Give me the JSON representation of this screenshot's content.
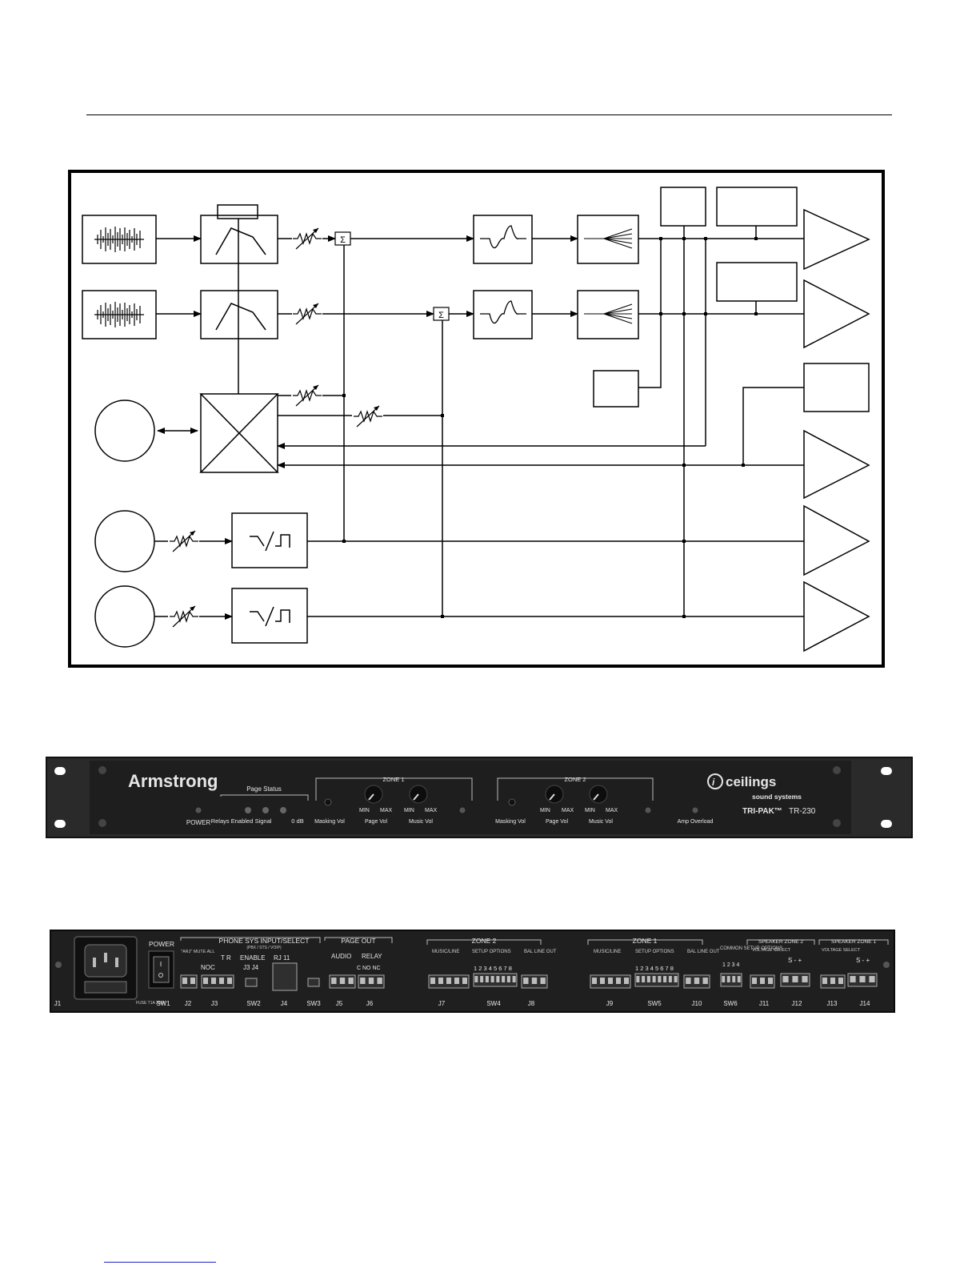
{
  "diagram": {
    "sum_symbol": "Σ"
  },
  "front_panel": {
    "brand": "Armstrong",
    "brand_right": "ceilings",
    "brand_right_sub": "sound systems",
    "product": "TRI-PAK™",
    "model": "TR-230",
    "power_label": "POWER",
    "page_status_title": "Page Status",
    "relays_enabled": "Relays Enabled",
    "signal": "Signal",
    "zero_db": "0 dB",
    "zone1_title": "ZONE 1",
    "zone2_title": "ZONE 2",
    "masking_vol": "Masking Vol",
    "page_vol": "Page Vol",
    "music_vol": "Music Vol",
    "min": "MIN",
    "max": "MAX",
    "amp_overload": "Amp Overload"
  },
  "rear_panel": {
    "power": "POWER",
    "all_mute": "\"ARJ\" MUTE ALL",
    "phone_sys": "PHONE SYS INPUT/SELECT",
    "phone_sub": "(PBX / STS / VOIP)",
    "t_r": "T  R",
    "noc": "NOC",
    "enable": "ENABLE",
    "j3_j4": "J3  J4",
    "rj11": "RJ 11",
    "page_out": "PAGE OUT",
    "audio": "AUDIO",
    "relay": "RELAY",
    "c_no_nc": "C NO NC",
    "zone2": "ZONE 2",
    "zone1": "ZONE 1",
    "music_line": "MUSIC/LINE",
    "setup_options": "SETUP OPTIONS",
    "switch_numbers": "1 2 3 4 5 6 7 8",
    "bal_line_out": "BAL LINE OUT",
    "common_setup": "COMMON SETUP OPTIONS",
    "common_numbers": "1 2 3 4",
    "speaker_zone2": "SPEAKER ZONE 2",
    "speaker_zone1": "SPEAKER ZONE 1",
    "voltage_select": "VOLTAGE SELECT",
    "s_minus_plus": "S  -  +",
    "fuse": "FUSE T1A 250V",
    "jacks": [
      "J1",
      "SW1",
      "J2",
      "J3",
      "SW2",
      "J4",
      "SW3",
      "J5",
      "J6",
      "J7",
      "SW4",
      "J8",
      "J9",
      "SW5",
      "J10",
      "SW6",
      "J11",
      "J12",
      "J13",
      "J14"
    ]
  }
}
